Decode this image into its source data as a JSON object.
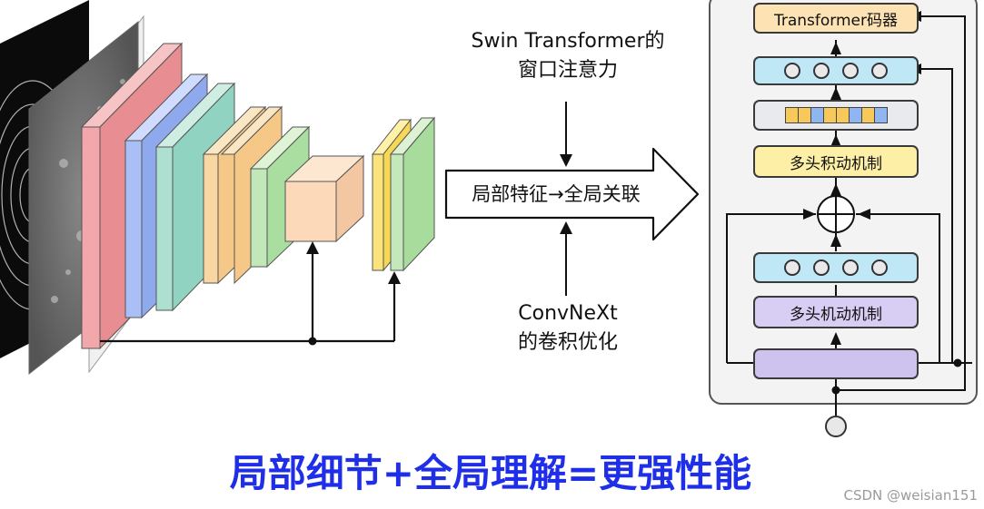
{
  "texts": {
    "swin_line1": "Swin Transformer的",
    "swin_line2": "窗口注意力",
    "arrow_text": "局部特征→全局关联",
    "convnext_line1": "ConvNeXt",
    "convnext_line2": "的卷积优化",
    "bottom_title": "局部细节+全局理解=更强性能",
    "watermark": "CSDN @weisian151"
  },
  "transformer": {
    "block_top": "Transformer码器",
    "attn_upper": "多头积动机制",
    "attn_lower": "多头机动机制"
  },
  "colors": {
    "title_blue": "#1f2fe8",
    "block_orange": "#fde3b4",
    "block_cyan": "#bfe7f6",
    "block_gray": "#e8eaee",
    "block_yellow": "#fdf0a6",
    "block_purple": "#d8cdf2",
    "block_violet": "#cdc3ee"
  }
}
